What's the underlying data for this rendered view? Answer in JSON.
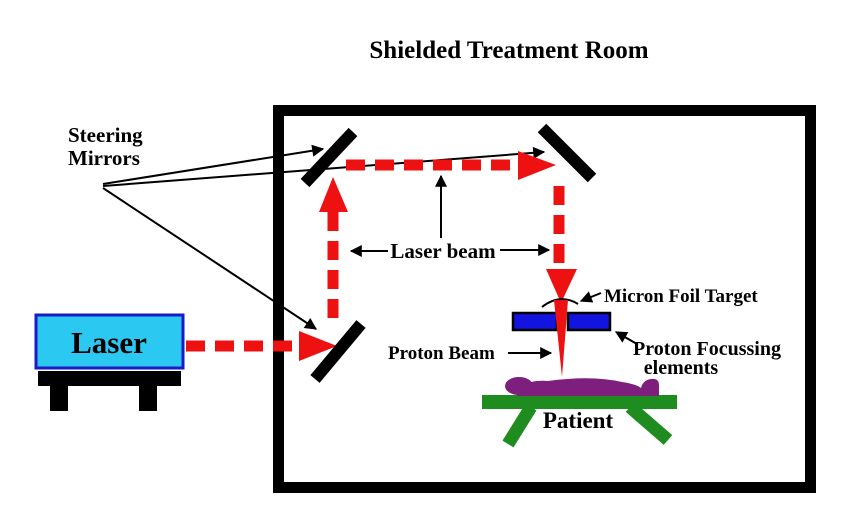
{
  "title": "Shielded Treatment Room",
  "labels": {
    "steering_mirrors": [
      "Steering",
      "Mirrors"
    ],
    "laser_beam": "Laser beam",
    "laser_device": "Laser",
    "micron_foil_target": "Micron Foil Target",
    "proton_beam": "Proton Beam",
    "proton_focussing": [
      "Proton Focussing",
      "elements"
    ],
    "patient": "Patient"
  },
  "colors": {
    "background": "#FFFFFF",
    "ink_black": "#000000",
    "beam_red": "#EE1111",
    "laser_fill": "#2BC9F2",
    "laser_border": "#1A1AC8",
    "element_blue": "#1414E0",
    "table_green": "#1E8C1E",
    "patient_purple": "#7E1F7E"
  }
}
